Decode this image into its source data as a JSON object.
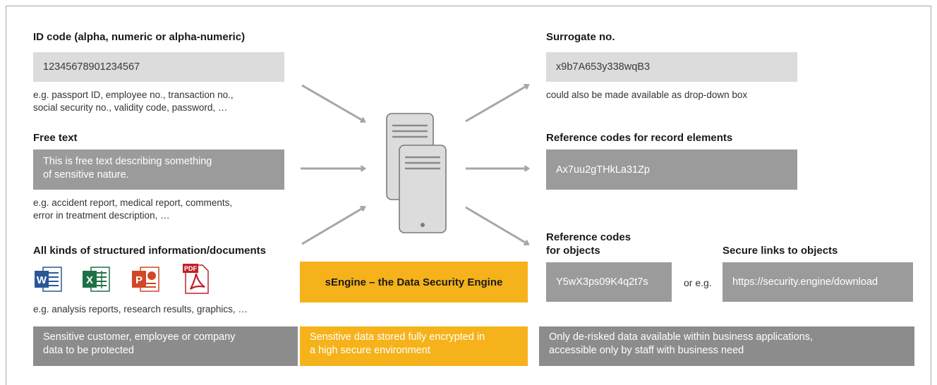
{
  "left": {
    "id_code": {
      "heading": "ID code (alpha, numeric or alpha-numeric)",
      "value": "12345678901234567",
      "note_line1": "e.g. passport ID, employee no., transaction no.,",
      "note_line2": "social security no., validity code, password, …"
    },
    "free_text": {
      "heading": "Free text",
      "value_line1": "This is free text describing something",
      "value_line2": "of sensitive nature.",
      "note_line1": "e.g. accident report, medical report, comments,",
      "note_line2": "error in treatment description, …"
    },
    "structured": {
      "heading": "All kinds of structured information/documents",
      "icons": [
        "word-icon",
        "excel-icon",
        "powerpoint-icon",
        "pdf-icon"
      ],
      "icon_letters": {
        "word": "W",
        "excel": "X",
        "powerpoint": "P",
        "pdf": "PDF"
      },
      "note": "e.g. analysis reports, research results, graphics, …"
    }
  },
  "center": {
    "engine_label": "sEngine – the Data Security Engine",
    "server_icon": "server-stack-icon"
  },
  "right": {
    "surrogate": {
      "heading": "Surrogate no.",
      "value": "x9b7A653y338wqB3",
      "note": "could also be made available as drop-down box"
    },
    "record_refs": {
      "heading": "Reference codes for record elements",
      "value": "Ax7uu2gTHkLa31Zp"
    },
    "object_refs": {
      "heading_line1": "Reference codes",
      "heading_line2": "for objects",
      "value": "Y5wX3ps09K4q2t7s",
      "or_label": "or e.g."
    },
    "secure_links": {
      "heading": "Secure links to objects",
      "value": "https://security.engine/download"
    }
  },
  "footer": {
    "left_line1": "Sensitive customer, employee or company",
    "left_line2": "data to be protected",
    "center_line1": "Sensitive data stored fully encrypted in",
    "center_line2": "a high secure environment",
    "right_line1": "Only de-risked data available within business applications,",
    "right_line2": "accessible only by staff with business need"
  },
  "colors": {
    "light_box": "#dcdcdc",
    "mid_box": "#9b9b9b",
    "dark_box": "#8c8c8c",
    "accent_yellow": "#f5b21a",
    "arrow": "#a6a6a6",
    "word": "#2b5797",
    "excel": "#1e7145",
    "powerpoint": "#d24726",
    "pdf": "#c0212b"
  }
}
